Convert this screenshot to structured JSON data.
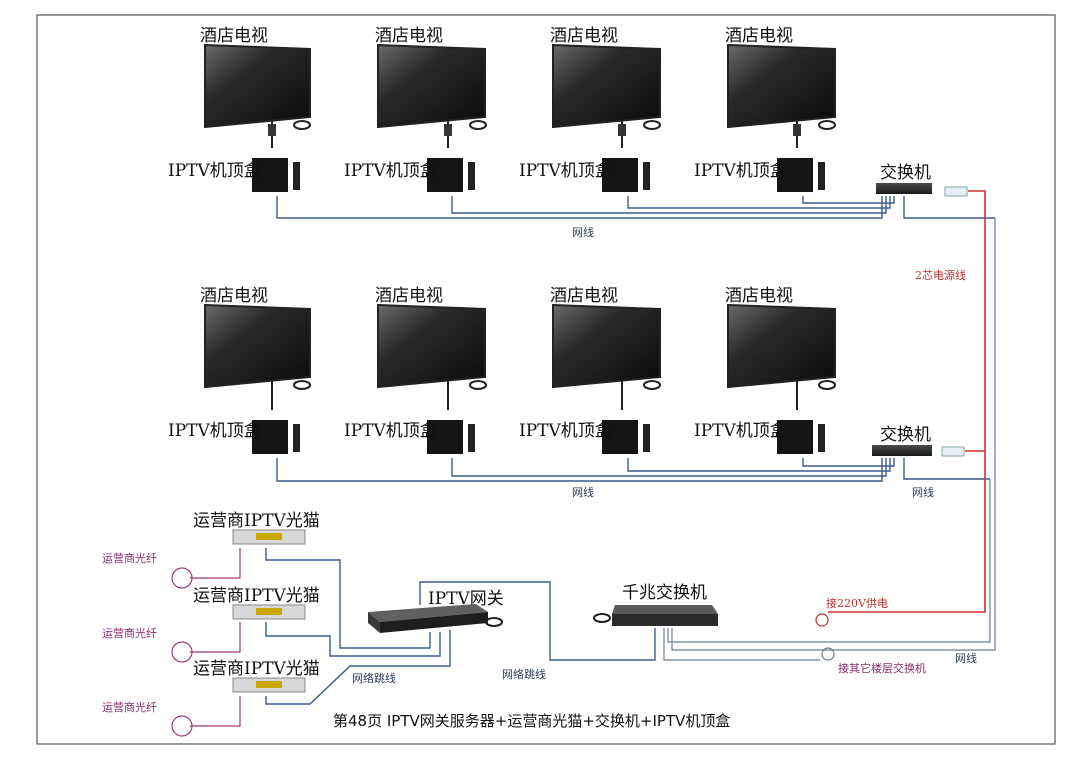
{
  "labels": {
    "tv": "酒店电视",
    "stb": "IPTV机顶盒",
    "switch": "交换机",
    "net_cable": "网线",
    "power_cable": "2芯电源线",
    "modem": "运营商IPTV光猫",
    "fiber": "运营商光纤",
    "gateway": "IPTV网关",
    "gigabit_switch": "千兆交换机",
    "patch_cable": "网络跳线",
    "power_supply": "接220V供电",
    "other_switch": "接其它楼层交换机",
    "caption": "第48页  IPTV网关服务器+运营商光猫+交换机+IPTV机顶盒"
  },
  "colors": {
    "ethernet": "#3b5a8e",
    "power": "#d03030",
    "fiber": "#9a3a7a",
    "frame": "#555555"
  }
}
